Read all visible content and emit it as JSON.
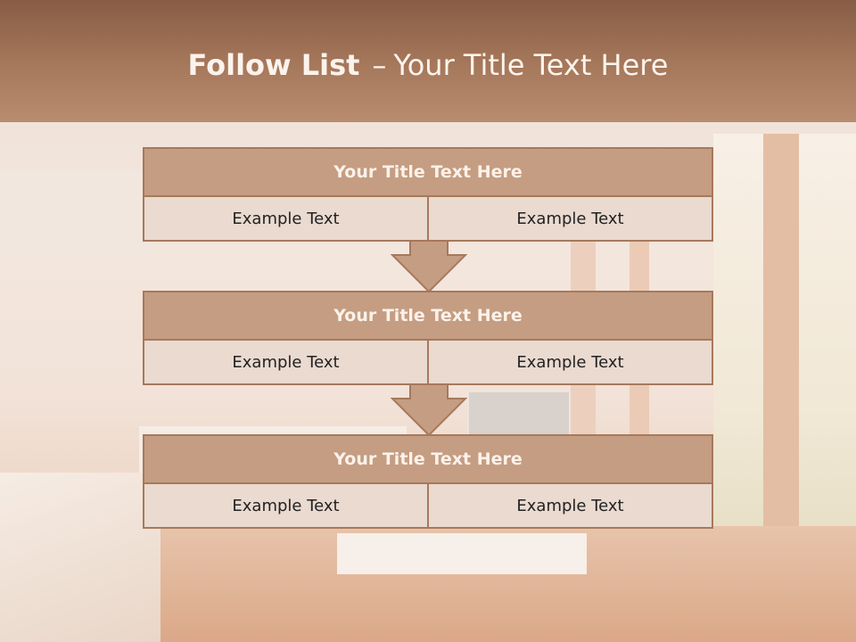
{
  "slide": {
    "title_bold": "Follow List",
    "title_dash": "–",
    "title_rest": "Your Title Text Here",
    "header_color": "#a4765a",
    "accent_color": "#c59d82",
    "border_color": "#a6795c"
  },
  "steps": [
    {
      "title": "Your Title Text Here",
      "left": "Example Text",
      "right": "Example Text"
    },
    {
      "title": "Your Title Text Here",
      "left": "Example Text",
      "right": "Example Text"
    },
    {
      "title": "Your Title Text Here",
      "left": "Example Text",
      "right": "Example Text"
    }
  ]
}
